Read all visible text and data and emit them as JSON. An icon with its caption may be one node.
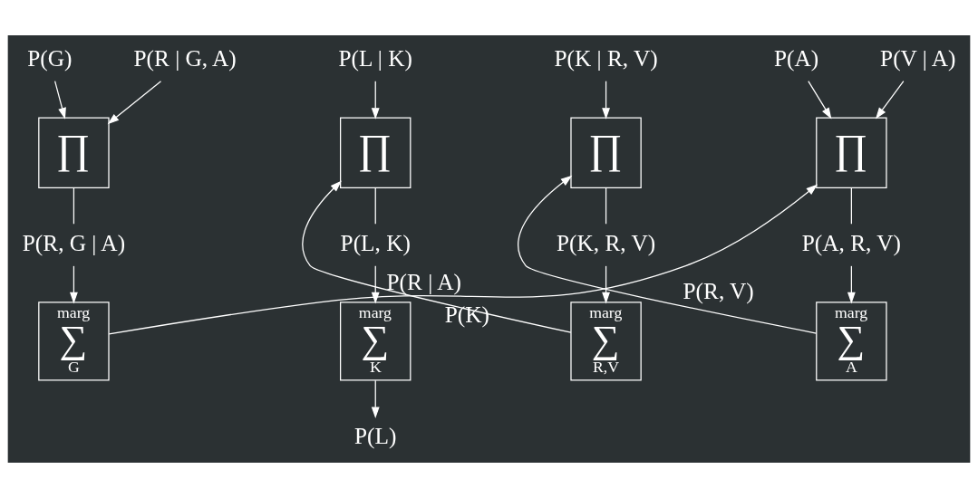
{
  "diagram": {
    "nodes": [
      {
        "text": [
          "P(G)"
        ]
      },
      {
        "text": [
          "P(R | G, A)"
        ]
      },
      {
        "text": [
          "∏"
        ]
      },
      {
        "text": [
          "P(R, G | A)"
        ]
      },
      {
        "text": [
          "marg",
          "∑",
          "G"
        ]
      },
      {
        "text": [
          "P(A)"
        ]
      },
      {
        "text": [
          "P(V | A)"
        ]
      },
      {
        "text": [
          "∏"
        ]
      },
      {
        "text": [
          "P(A, R, V)"
        ]
      },
      {
        "text": [
          "marg",
          "∑",
          "A"
        ]
      },
      {
        "text": [
          "P(K | R, V)"
        ]
      },
      {
        "text": [
          "∏"
        ]
      },
      {
        "text": [
          "P(K, R, V)"
        ]
      },
      {
        "text": [
          "marg",
          "∑",
          "R,V"
        ]
      },
      {
        "text": [
          "P(L | K)"
        ]
      },
      {
        "text": [
          "∏"
        ]
      },
      {
        "text": [
          "P(L, K)"
        ]
      },
      {
        "text": [
          "marg",
          "∑",
          "K"
        ]
      },
      {
        "text": [
          "P(L)"
        ]
      }
    ],
    "edges": [
      {
        "from": 0,
        "to": 2,
        "arrow": "to"
      },
      {
        "from": 1,
        "to": 2,
        "arrow": "to"
      },
      {
        "from": 2,
        "to": 3,
        "arrow": "none"
      },
      {
        "from": 3,
        "to": 4,
        "arrow": "to"
      },
      {
        "from": 4,
        "to": 7,
        "arrow": "to",
        "label": "P(R | A)"
      },
      {
        "from": 5,
        "to": 7,
        "arrow": "to"
      },
      {
        "from": 6,
        "to": 7,
        "arrow": "to"
      },
      {
        "from": 7,
        "to": 8,
        "arrow": "none"
      },
      {
        "from": 8,
        "to": 9,
        "arrow": "to"
      },
      {
        "from": 9,
        "to": 11,
        "arrow": "to",
        "label": "P(R, V)"
      },
      {
        "from": 10,
        "to": 11,
        "arrow": "to"
      },
      {
        "from": 11,
        "to": 12,
        "arrow": "none"
      },
      {
        "from": 12,
        "to": 13,
        "arrow": "to"
      },
      {
        "from": 13,
        "to": 15,
        "arrow": "to",
        "label": "P(K)"
      },
      {
        "from": 14,
        "to": 15,
        "arrow": "to"
      },
      {
        "from": 15,
        "to": 16,
        "arrow": "none"
      },
      {
        "from": 16,
        "to": 17,
        "arrow": "to"
      },
      {
        "from": 17,
        "to": 18,
        "arrow": "to"
      }
    ]
  }
}
